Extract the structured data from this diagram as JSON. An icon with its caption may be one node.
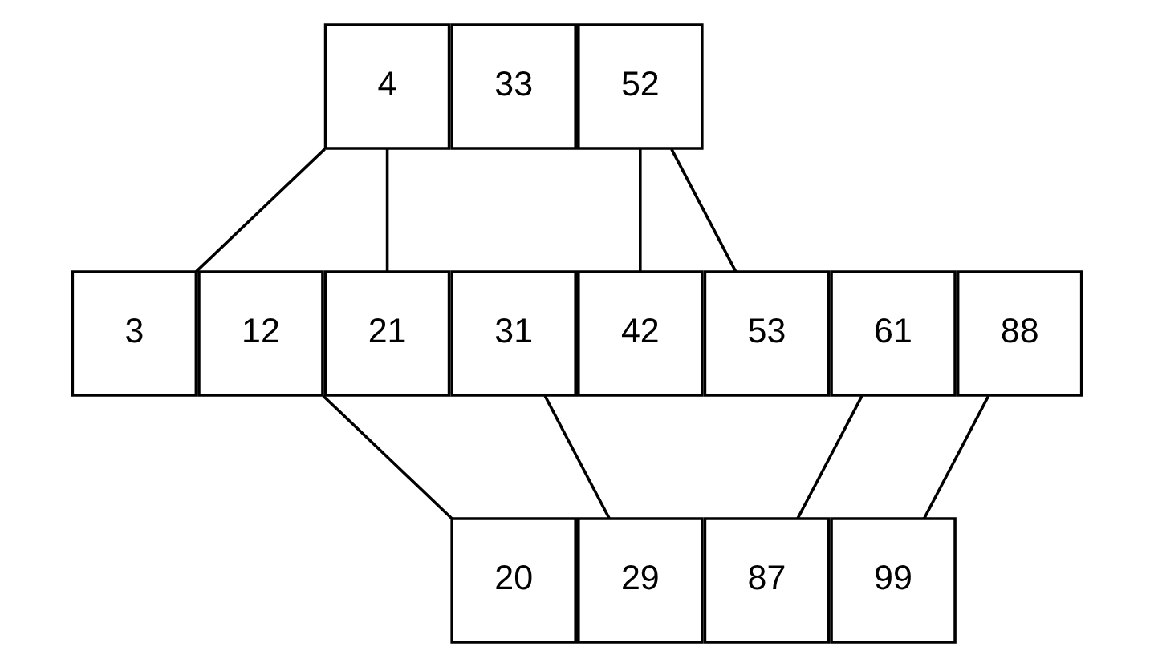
{
  "diagram": {
    "nodes": [
      {
        "text": [
          "4"
        ]
      },
      {
        "text": [
          "33"
        ]
      },
      {
        "text": [
          "52"
        ]
      },
      {
        "text": [
          "3"
        ]
      },
      {
        "text": [
          "12"
        ]
      },
      {
        "text": [
          "21"
        ]
      },
      {
        "text": [
          "31"
        ]
      },
      {
        "text": [
          "42"
        ]
      },
      {
        "text": [
          "53"
        ]
      },
      {
        "text": [
          "61"
        ]
      },
      {
        "text": [
          "88"
        ]
      },
      {
        "text": [
          "20"
        ]
      },
      {
        "text": [
          "29"
        ]
      },
      {
        "text": [
          "87"
        ]
      },
      {
        "text": [
          "99"
        ]
      }
    ],
    "edges": [
      {
        "from": 0,
        "to": 3,
        "arrow": "none"
      },
      {
        "from": 0,
        "to": 5,
        "arrow": "none"
      },
      {
        "from": 2,
        "to": 7,
        "arrow": "none"
      },
      {
        "from": 2,
        "to": 8,
        "arrow": "none"
      },
      {
        "from": 4,
        "to": 11,
        "arrow": "none"
      },
      {
        "from": 6,
        "to": 12,
        "arrow": "none"
      },
      {
        "from": 9,
        "to": 13,
        "arrow": "none"
      },
      {
        "from": 10,
        "to": 14,
        "arrow": "none"
      }
    ]
  }
}
